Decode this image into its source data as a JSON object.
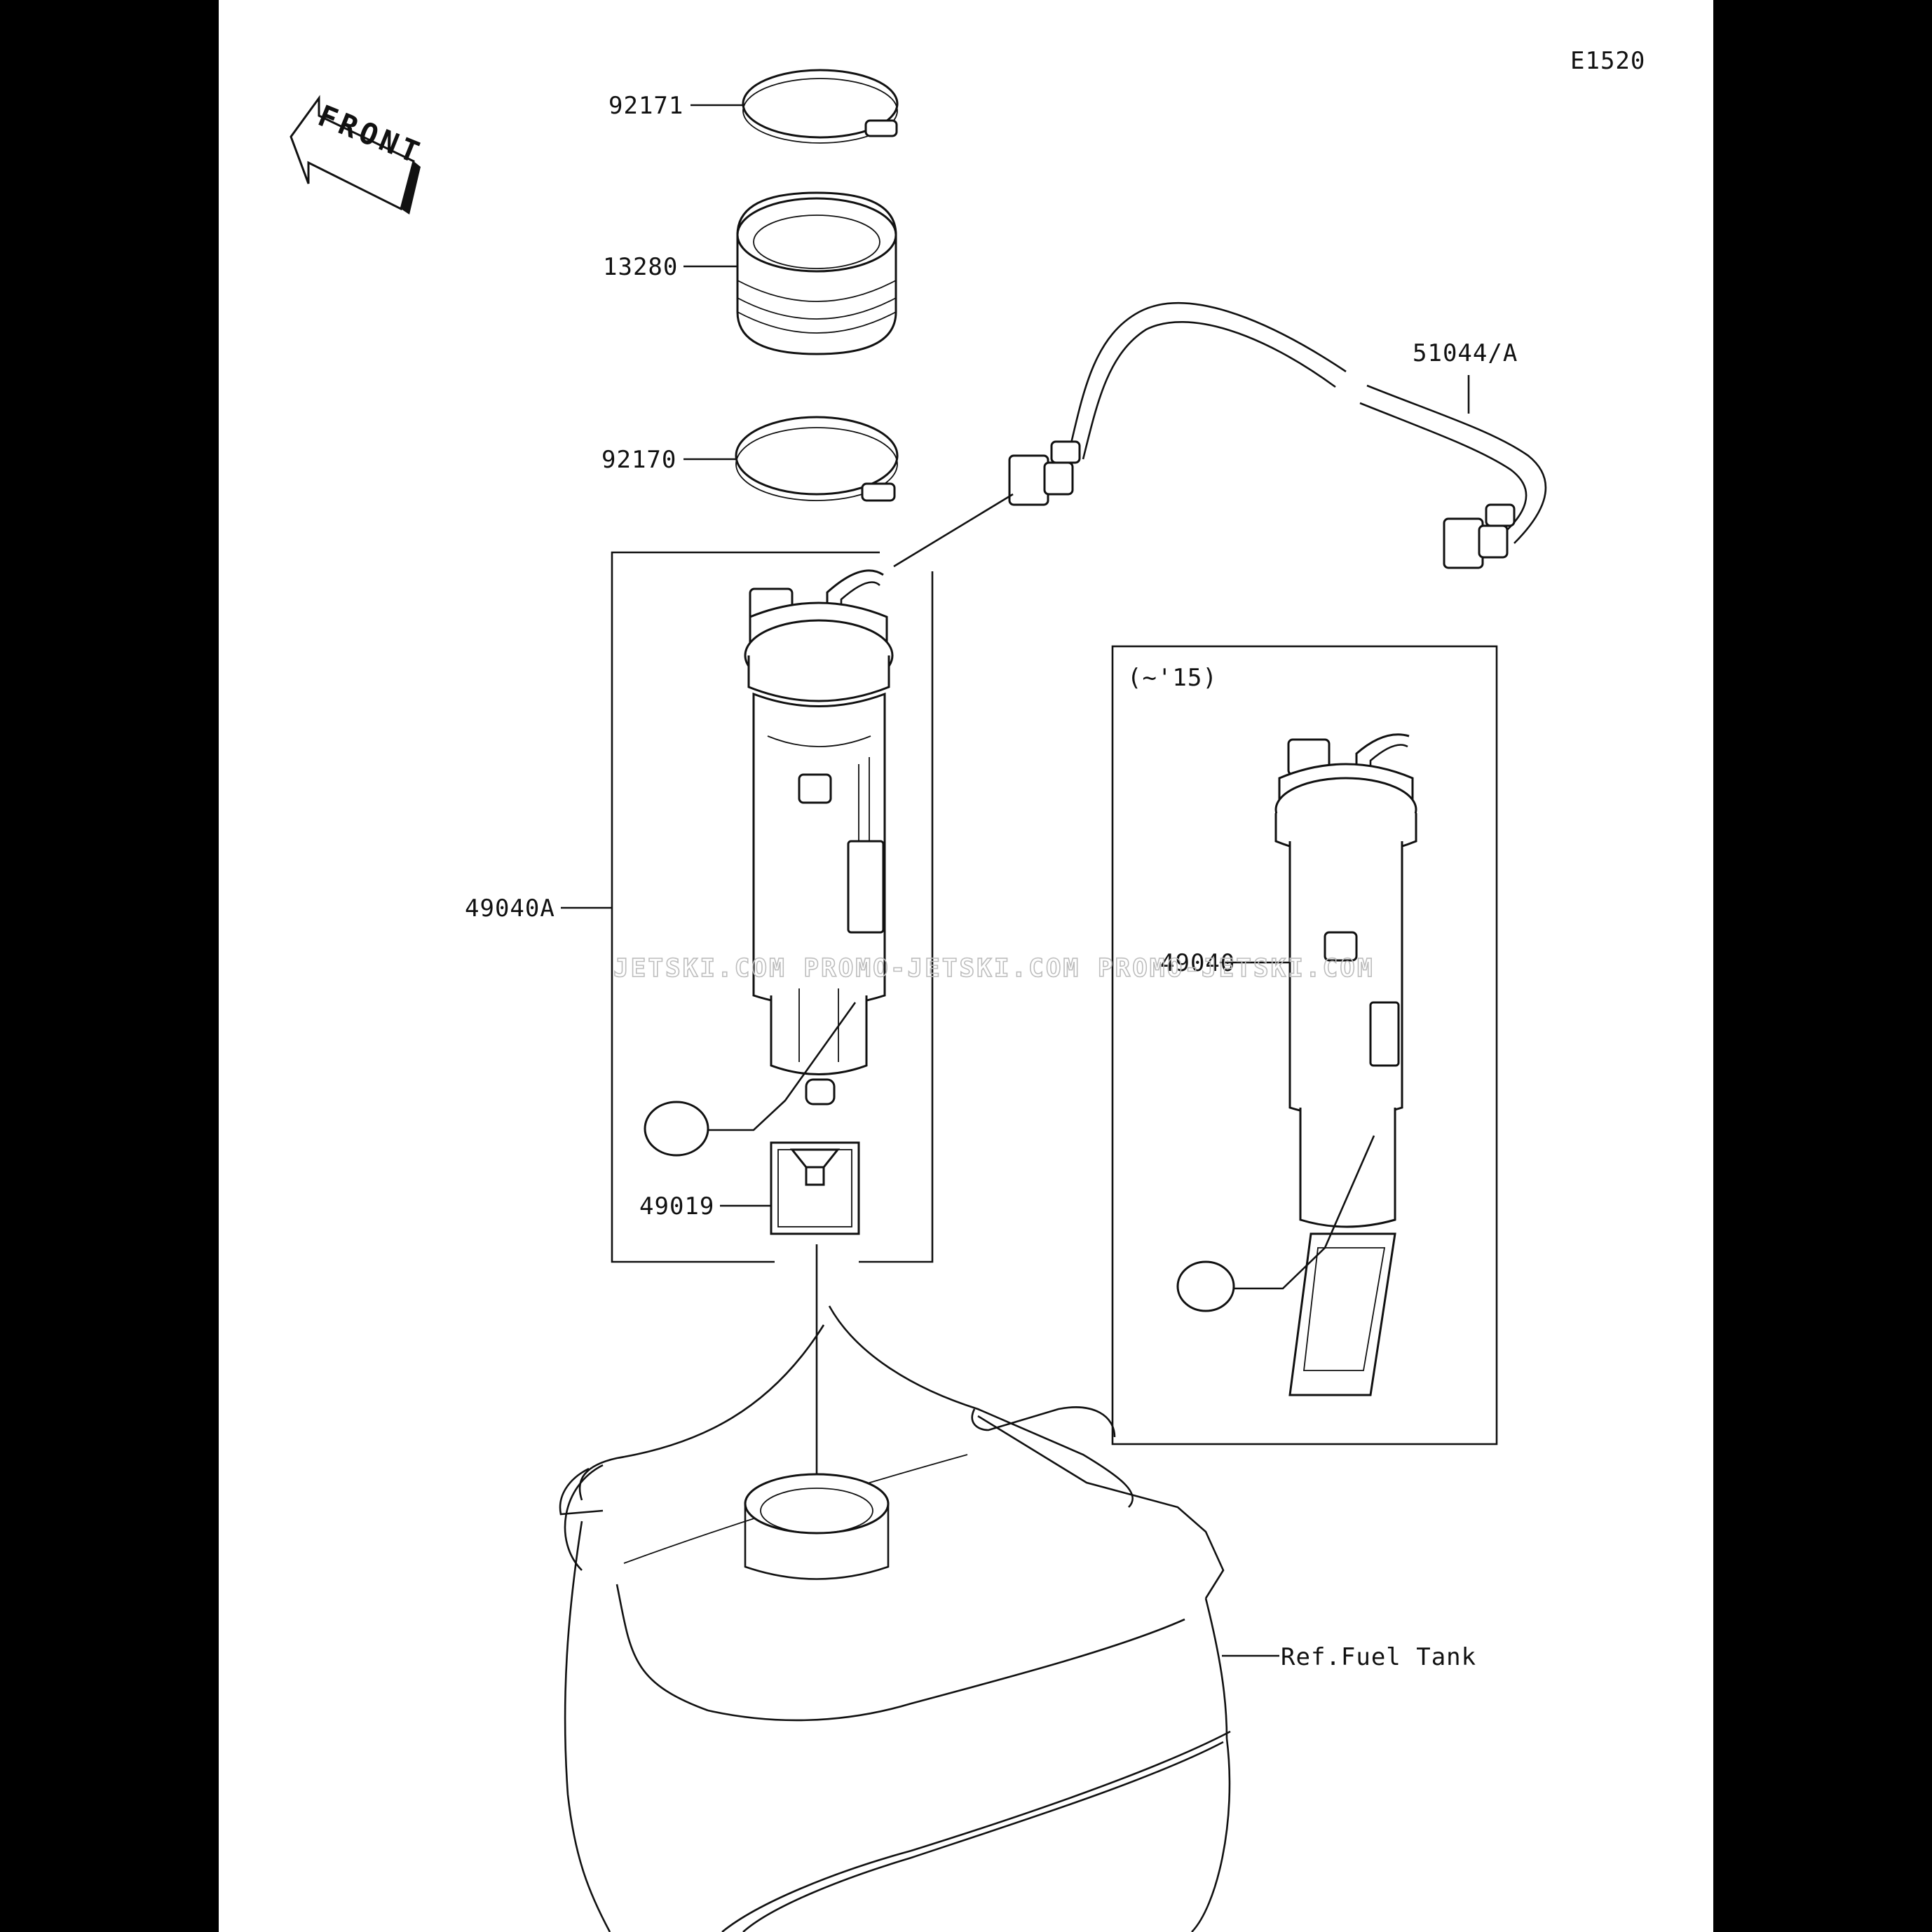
{
  "diagram_code": "E1520",
  "front_arrow_label": "FRONT",
  "watermark": "JETSKI.COM  PROMO-JETSKI.COM  PROMO-JETSKI.COM",
  "variant_label": "(~'15)",
  "parts": {
    "clamp_upper": "92171",
    "seal_ring": "13280",
    "clamp_lower": "92170",
    "hose": "51044/A",
    "pump_assy_a": "49040A",
    "filter": "49019",
    "pump_assy": "49040",
    "fuel_tank": "Ref.Fuel Tank"
  }
}
